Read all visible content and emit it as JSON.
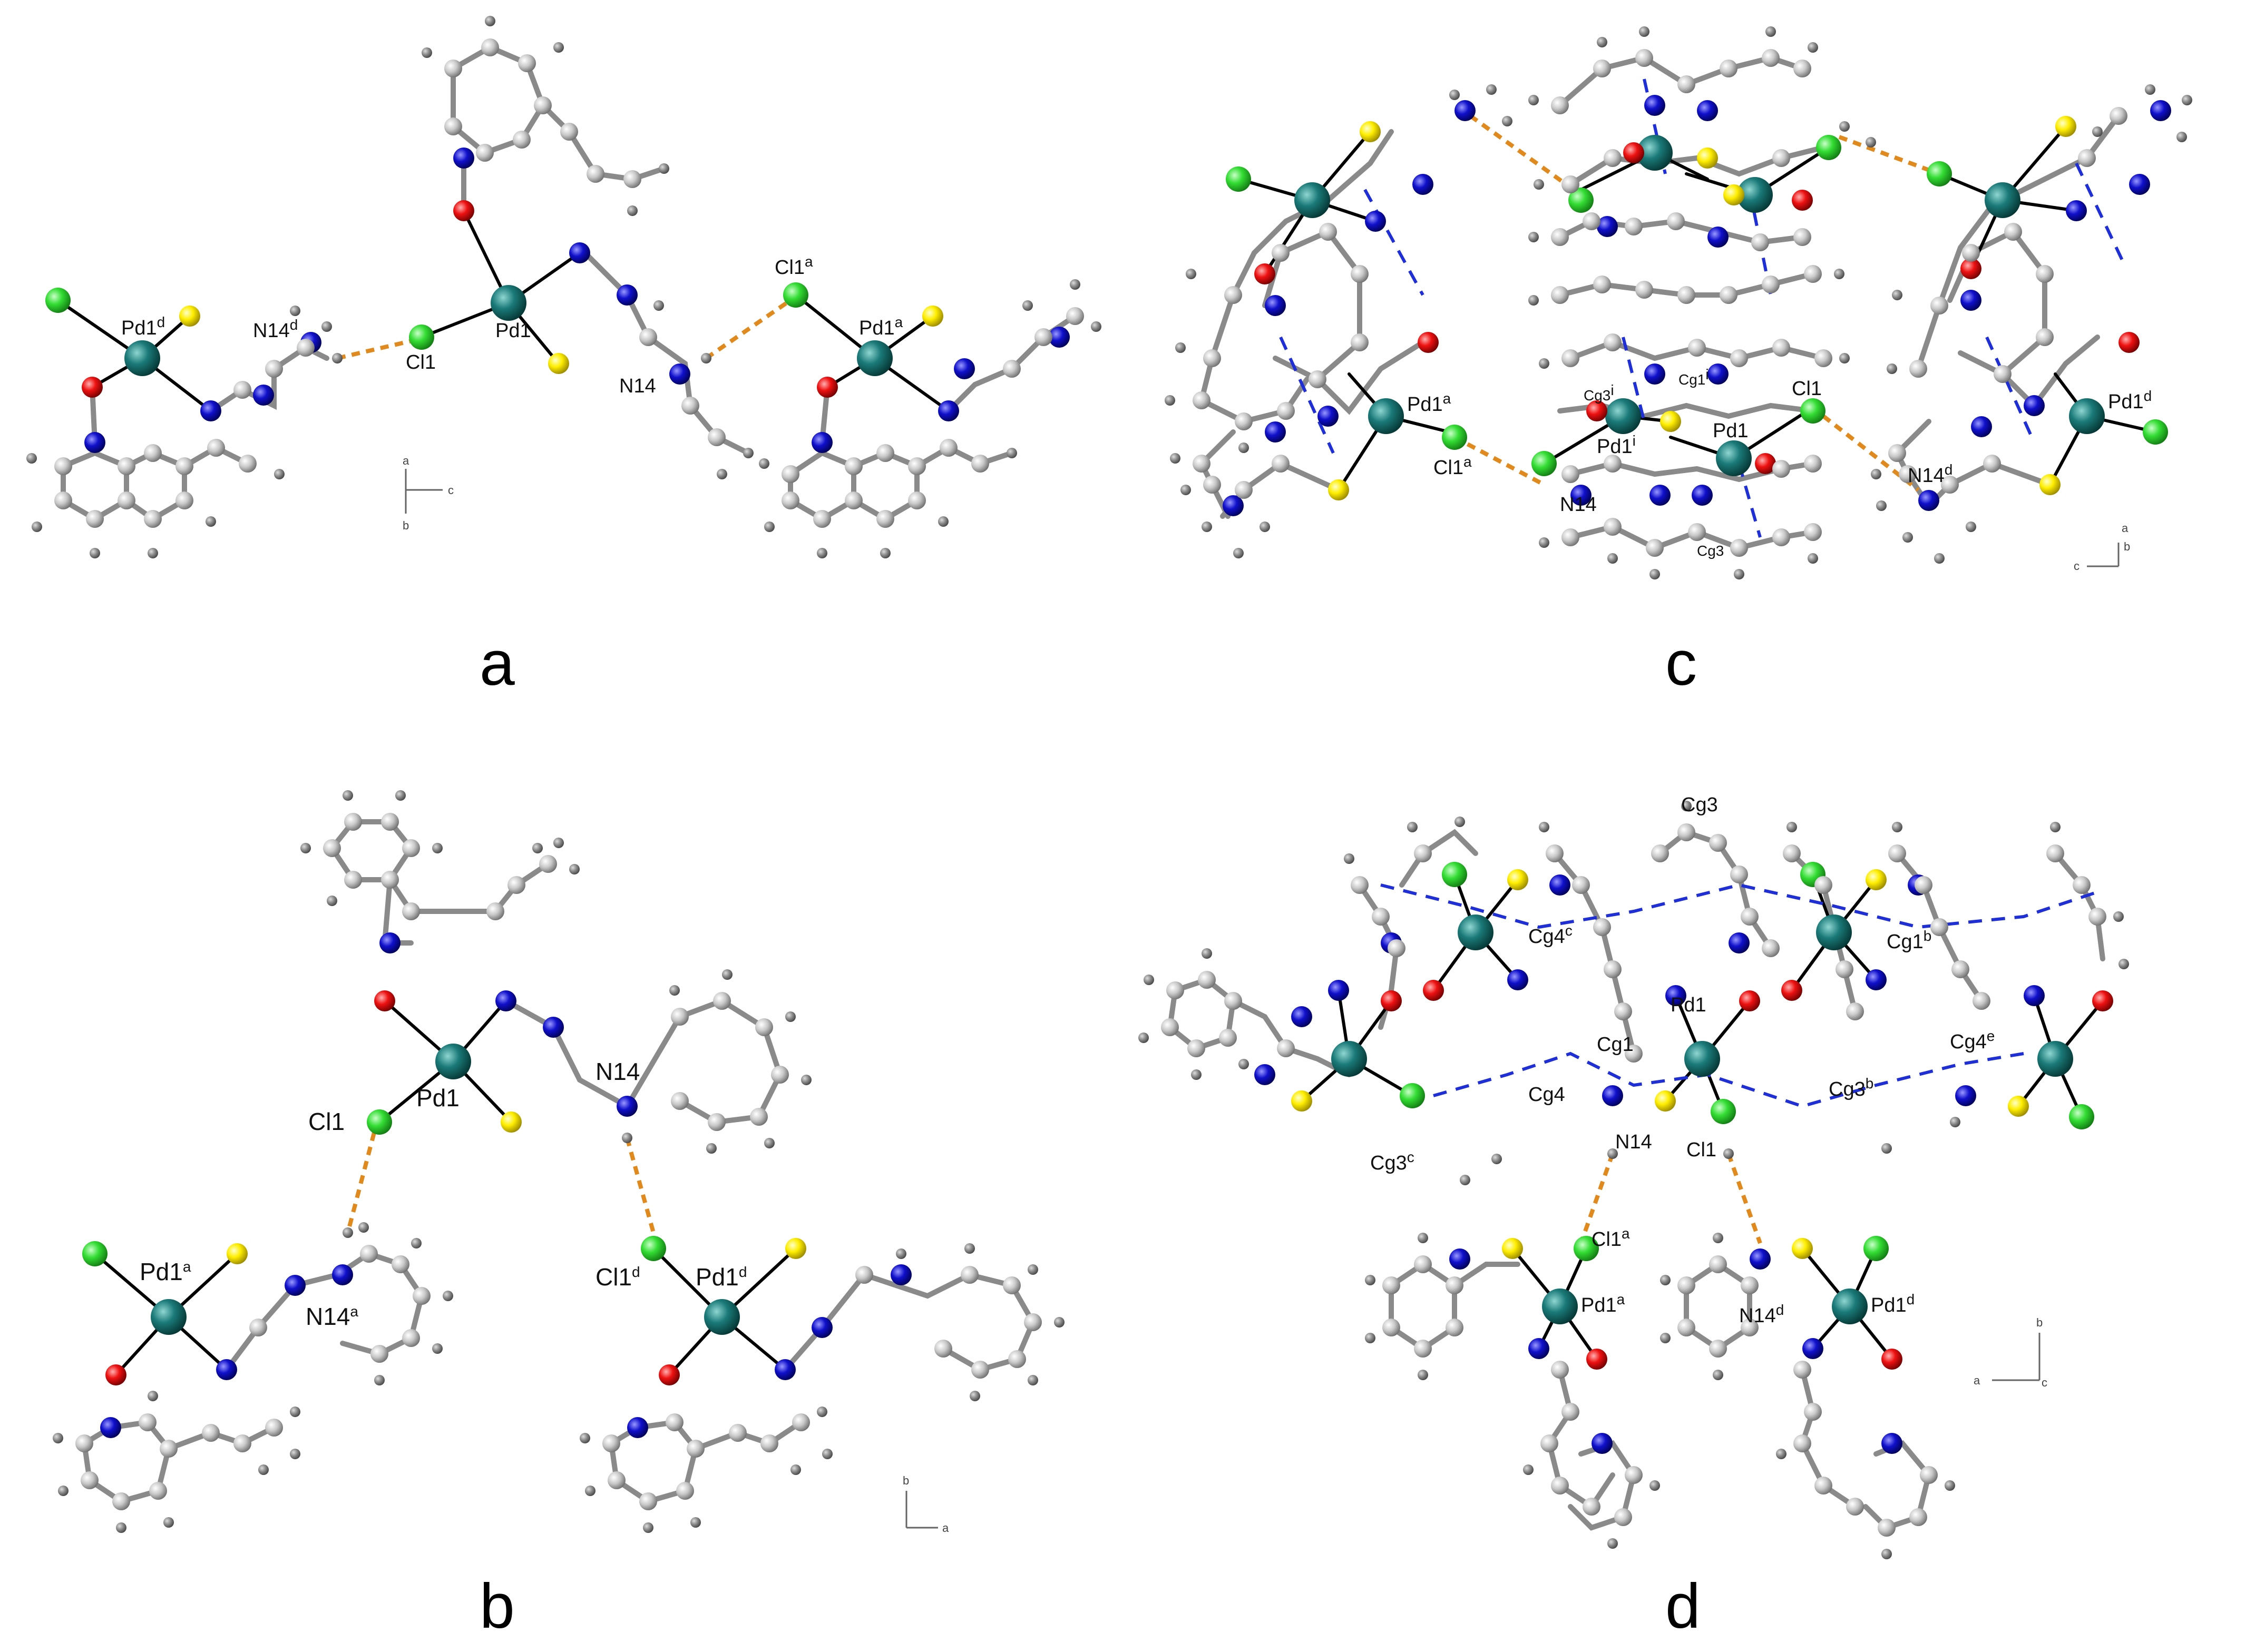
{
  "panels": [
    {
      "id": "a",
      "letter": "a"
    },
    {
      "id": "b",
      "letter": "b"
    },
    {
      "id": "c",
      "letter": "c"
    },
    {
      "id": "d",
      "letter": "d"
    }
  ],
  "labels": {
    "a": {
      "pd_left": "Pd1",
      "pd_left_sup": "d",
      "n_left": "N14",
      "n_left_sup": "d",
      "cl_center": "Cl1",
      "pd_center": "Pd1",
      "n_center": "N14",
      "cl_right": "Cl1",
      "cl_right_sup": "a",
      "pd_right": "Pd1",
      "pd_right_sup": "a",
      "axis1": "a",
      "axis2": "c",
      "axis3": "b"
    },
    "b": {
      "cl_top": "Cl1",
      "pd_top": "Pd1",
      "n_top": "N14",
      "pd_left": "Pd1",
      "pd_left_sup": "a",
      "n_left": "N14",
      "n_left_sup": "a",
      "cl_right": "Cl1",
      "cl_right_sup": "d",
      "pd_right": "Pd1",
      "pd_right_sup": "d",
      "axis1": "b",
      "axis2": "a"
    },
    "c": {
      "pd_left": "Pd1",
      "pd_left_sup": "a",
      "cl_left": "Cl1",
      "cl_left_sup": "a",
      "cg3i": "Cg3",
      "cg3i_sup": "i",
      "cg1i": "Cg1",
      "cg1i_sup": "i",
      "pd1i": "Pd1",
      "pd1i_sup": "i",
      "pd1": "Pd1",
      "cl1": "Cl1",
      "n14": "N14",
      "cg3": "Cg3",
      "pd_right": "Pd1",
      "pd_right_sup": "d",
      "n_right": "N14",
      "n_right_sup": "d",
      "axis1": "a",
      "axis2": "b",
      "axis3": "c"
    },
    "d": {
      "cg3_top": "Cg3",
      "cg4c": "Cg4",
      "cg4c_sup": "c",
      "cg1b": "Cg1",
      "cg1b_sup": "b",
      "pd1": "Pd1",
      "cg1": "Cg1",
      "cg4e": "Cg4",
      "cg4e_sup": "e",
      "cg4": "Cg4",
      "n14": "N14",
      "cl1": "Cl1",
      "cg3b": "Cg3",
      "cg3b_sup": "b",
      "cg3c": "Cg3",
      "cg3c_sup": "c",
      "cl1a": "Cl1",
      "cl1a_sup": "a",
      "pd1a": "Pd1",
      "pd1a_sup": "a",
      "n14d": "N14",
      "n14d_sup": "d",
      "pd1d": "Pd1",
      "pd1d_sup": "d",
      "axis1": "b",
      "axis2": "a",
      "axis3": "c"
    }
  },
  "colors": {
    "palladium": "#1a7a78",
    "chlorine": "#33dd33",
    "sulfur": "#ffee00",
    "nitrogen": "#1010cc",
    "oxygen": "#ee1111",
    "carbon": "#c8c8c8",
    "hydrogen": "#8a8a8a",
    "hbond": "#e08a1e",
    "pi_stack": "#1f2fd8"
  }
}
